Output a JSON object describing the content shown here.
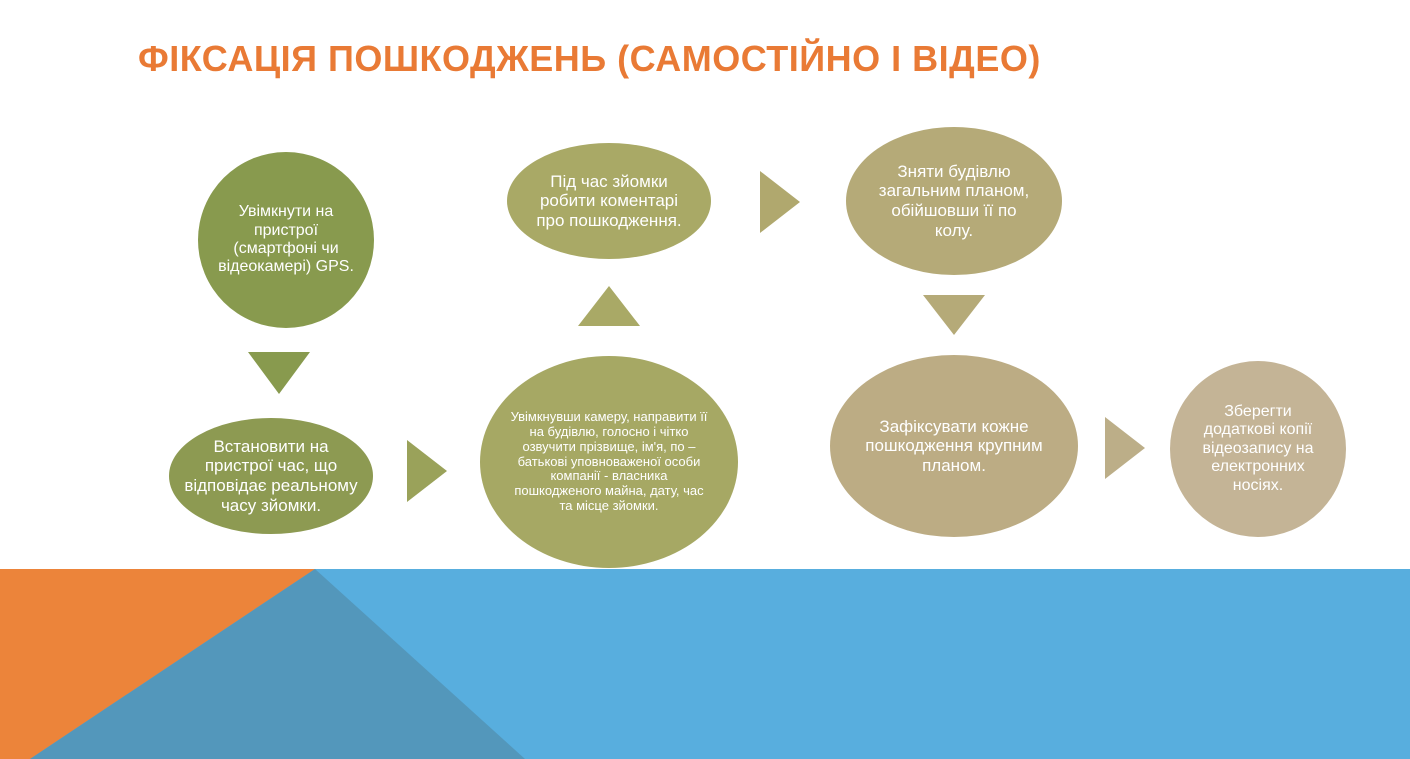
{
  "title": "ФІКСАЦІЯ ПОШКОДЖЕНЬ (САМОСТІЙНО І ВІДЕО)",
  "steps": [
    "Увімкнути на пристрої (смартфоні чи відеокамері) GPS.",
    "Встановити на пристрої час, що відповідає реальному часу зйомки.",
    "Увімкнувши камеру, направити її на будівлю, голосно і чітко озвучити прізвище, ім'я, по – батькові уповноваженої особи компанії - власника пошкодженого майна, дату, час та місце зйомки.",
    "Під час зйомки робити коментарі про пошкодження.",
    "Зняти будівлю загальним планом, обійшовши її по колу.",
    "Зафіксувати кожне пошкодження крупним планом.",
    "Зберегти додаткові копії відеозапису на електронних носіях."
  ],
  "colors": {
    "title": "#e97a35",
    "orange": "#ec843a",
    "blue": "#58aede",
    "blue_dark": "#5397bb"
  }
}
